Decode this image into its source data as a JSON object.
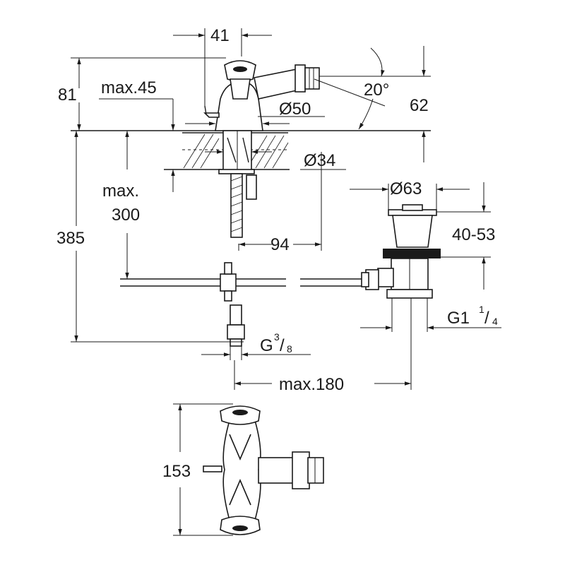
{
  "labels": {
    "dim_41": "41",
    "dim_81": "81",
    "dim_max45": "max.45",
    "dim_20deg": "20°",
    "dim_62": "62",
    "dim_d50": "Ø50",
    "dim_d34": "Ø34",
    "dim_max300_a": "max.",
    "dim_max300_b": "300",
    "dim_385": "385",
    "dim_94": "94",
    "dim_d63": "Ø63",
    "dim_40_53": "40-53",
    "dim_g114_main": "G1",
    "dim_g114_num": "1",
    "dim_g114_den": "4",
    "dim_g38_main": "G",
    "dim_g38_num": "3",
    "dim_g38_den": "8",
    "dim_max180": "max.180",
    "dim_153": "153"
  }
}
